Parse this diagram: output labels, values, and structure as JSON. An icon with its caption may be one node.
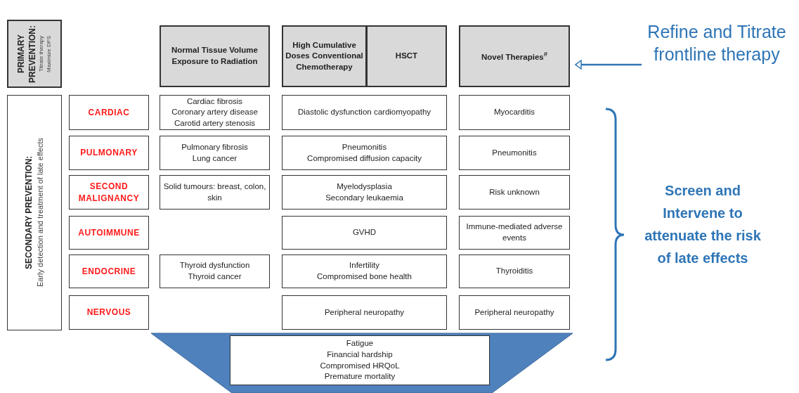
{
  "diagram": {
    "nodes": [
      {
        "text": [
          "PRIMARY PREVENTION:",
          "Titrate therapy",
          "Maximize DFS"
        ]
      },
      {
        "text": [
          "Normal Tissue Volume Exposure to Radiation"
        ]
      },
      {
        "text": [
          "High Cumulative Doses Conventional Chemotherapy"
        ]
      },
      {
        "text": [
          "HSCT"
        ]
      },
      {
        "text": [
          "Novel Therapies$^{#}$"
        ]
      },
      {
        "text": [
          "Refine and Titrate frontline therapy"
        ]
      },
      {
        "text": [
          "SECONDARY PREVENTION:",
          "Early detection and treatment of late effects"
        ]
      },
      {
        "text": [
          "CARDIAC"
        ]
      },
      {
        "text": [
          "Cardiac fibrosis",
          "Coronary artery disease",
          "Carotid artery stenosis"
        ]
      },
      {
        "text": [
          "Diastolic dysfunction cardiomyopathy"
        ]
      },
      {
        "text": [
          "Myocarditis"
        ]
      },
      {
        "text": [
          "PULMONARY"
        ]
      },
      {
        "text": [
          "Pulmonary fibrosis",
          "Lung cancer"
        ]
      },
      {
        "text": [
          "Pneumonitis",
          "Compromised diffusion capacity"
        ]
      },
      {
        "text": [
          "Pneumonitis"
        ]
      },
      {
        "text": [
          "SECOND MALIGNANCY"
        ]
      },
      {
        "text": [
          "Solid tumours: breast, colon, skin"
        ]
      },
      {
        "text": [
          "Myelodysplasia",
          "Secondary leukaemia"
        ]
      },
      {
        "text": [
          "Risk unknown"
        ]
      },
      {
        "text": [
          "AUTOIMMUNE"
        ]
      },
      {
        "text": [
          "GVHD"
        ]
      },
      {
        "text": [
          "Immune-mediated adverse events"
        ]
      },
      {
        "text": [
          "ENDOCRINE"
        ]
      },
      {
        "text": [
          "Thyroid dysfunction",
          "Thyroid cancer"
        ]
      },
      {
        "text": [
          "Infertility",
          "Compromised bone health"
        ]
      },
      {
        "text": [
          "Thyroiditis"
        ]
      },
      {
        "text": [
          "NERVOUS"
        ]
      },
      {
        "text": [
          "Peripheral neuropathy"
        ]
      },
      {
        "text": [
          "Peripheral neuropathy"
        ]
      },
      {
        "text": [],
        "shape": "trapezoid"
      },
      {
        "text": [
          "Fatigue",
          "Financial hardship",
          "Compromised HRQoL",
          "Premature mortality"
        ],
        "in": 29
      }
    ],
    "edges": [
      {
        "from": 5,
        "to": 4,
        "arrow": "to"
      }
    ],
    "labels": [
      "Screen and Intervene to attenuate the risk of late effects"
    ]
  }
}
